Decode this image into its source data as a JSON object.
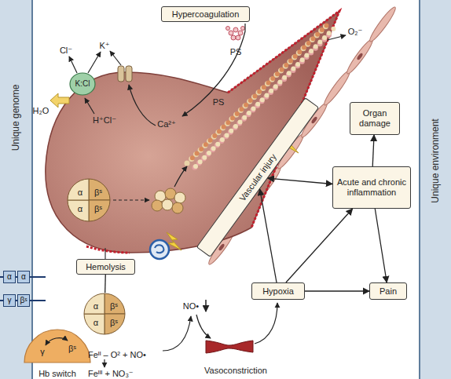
{
  "diagram": {
    "nodes": [
      {
        "text": [
          "Unique genome"
        ]
      },
      {
        "text": [
          "α"
        ],
        "in": 0
      },
      {
        "text": [
          "α"
        ],
        "in": 0
      },
      {
        "text": [
          "γ"
        ],
        "in": 0
      },
      {
        "text": [
          "βˢ"
        ],
        "in": 0
      },
      {
        "text": [
          "Hypercoagulation"
        ]
      },
      {
        "text": [
          "K:Cl"
        ]
      },
      {
        "text": [
          "α",
          "βˢ",
          "α",
          "βˢ"
        ]
      },
      {
        "text": [
          "Hemolysis"
        ]
      },
      {
        "text": [
          "α",
          "βˢ",
          "α",
          "βˢ"
        ]
      },
      {
        "text": [
          "γ",
          "βˢ",
          "Hb switch"
        ]
      },
      {
        "text": [
          "Vascular injury"
        ]
      },
      {
        "text": [
          "Organ damage"
        ]
      },
      {
        "text": [
          "Acute and chronic inflammation"
        ]
      },
      {
        "text": [
          "Hypoxia"
        ]
      },
      {
        "text": [
          "Pain"
        ]
      },
      {
        "text": [
          "Unique environment"
        ]
      }
    ],
    "edges": [
      {
        "from": 8,
        "to": 9,
        "arrow": "none"
      },
      {
        "from": 13,
        "to": 12,
        "arrow": "to"
      },
      {
        "from": 13,
        "to": 15,
        "arrow": "to"
      },
      {
        "from": 14,
        "to": 15,
        "arrow": "to"
      },
      {
        "from": 14,
        "to": 13,
        "arrow": "to"
      },
      {
        "from": 14,
        "to": 11,
        "arrow": "to"
      },
      {
        "from": 11,
        "to": 13,
        "arrow": "both"
      }
    ],
    "labels": [
      "PS",
      "PS",
      "Cl⁻",
      "K⁺",
      "H₂O",
      "H⁺Cl⁻",
      "Ca²⁺",
      "O₂⁻",
      "Feᴵᴵ – O² + NO•",
      "Feᴵᴵᴵ + NO₃⁻",
      "NO•",
      "Vasoconstriction"
    ]
  }
}
